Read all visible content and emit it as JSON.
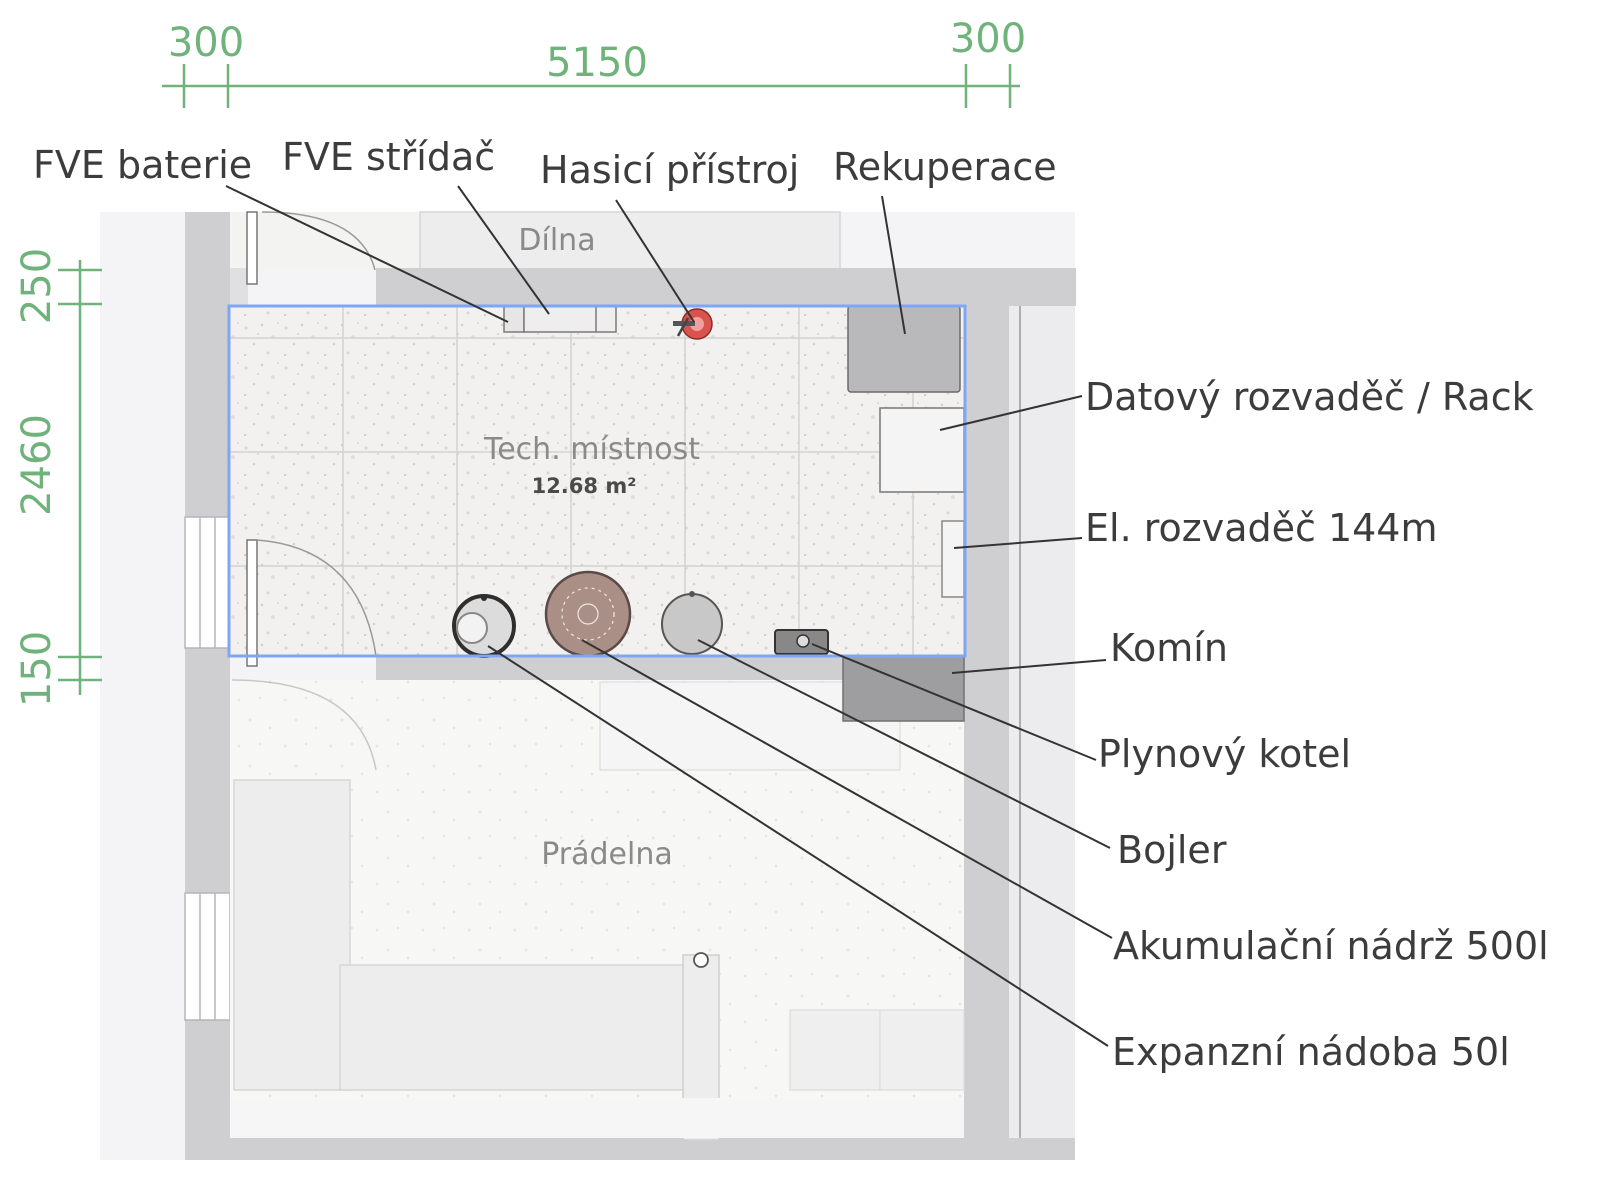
{
  "dimensions": {
    "top": [
      "300",
      "5150",
      "300"
    ],
    "left": [
      "250",
      "2460",
      "150"
    ]
  },
  "rooms": {
    "dilna": "Dílna",
    "tech": "Tech. místnost",
    "tech_area": "12.68 m²",
    "pradelna": "Prádelna"
  },
  "labels": {
    "fve_baterie": "FVE baterie",
    "fve_stridac": "FVE střídač",
    "hasici_pristroj": "Hasicí přístroj",
    "rekuperace": "Rekuperace",
    "datovy_rozvadec": "Datový rozvaděč / Rack",
    "el_rozvadec": "El. rozvaděč 144m",
    "komin": "Komín",
    "plynovy_kotel": "Plynový kotel",
    "bojler": "Bojler",
    "akumulacni_nadrz": "Akumulační nádrž 500l",
    "expanzni_nadoba": "Expanzní nádoba 50l"
  },
  "colors": {
    "dimension": "#6fb27a",
    "selection": "#7ea6f4",
    "wall": "#cfcfd1",
    "label": "#3c3c3c"
  },
  "icons": {
    "fire_extinguisher": "fire-extinguisher-icon",
    "tank": "tank-icon",
    "boiler": "boiler-icon"
  }
}
